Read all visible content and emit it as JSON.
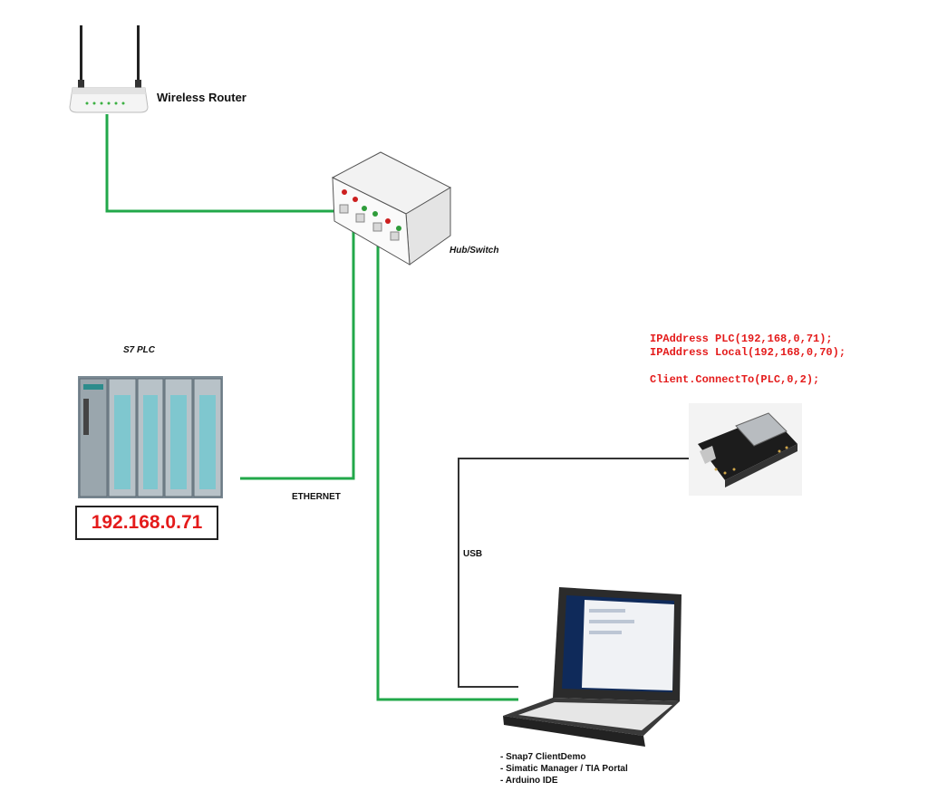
{
  "nodes": {
    "router": {
      "label": "Wireless Router"
    },
    "switch": {
      "label": "Hub/Switch"
    },
    "plc": {
      "label": "S7 PLC",
      "ip": "192.168.0.71"
    },
    "esp_board": {
      "code": [
        "IPAddress PLC(192,168,0,71);",
        "IPAddress Local(192,168,0,70);",
        "",
        "Client.ConnectTo(PLC,0,2);"
      ]
    },
    "laptop": {
      "software": [
        "- Snap7 ClientDemo",
        "- Simatic Manager / TIA Portal",
        "- Arduino IDE"
      ]
    }
  },
  "edges": {
    "ethernet": {
      "label": "ETHERNET"
    },
    "usb": {
      "label": "USB"
    }
  },
  "colors": {
    "ethernet_cable": "#22a84a",
    "usb_cable": "#333333",
    "code_text": "#e41b1b",
    "ip_text": "#e41b1b"
  }
}
